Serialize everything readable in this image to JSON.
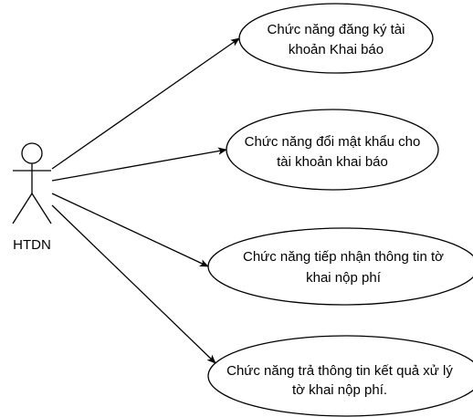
{
  "actor": {
    "label": "HTDN"
  },
  "use_cases": [
    {
      "lines": [
        "Chức năng đăng ký tài",
        "khoản Khai báo"
      ]
    },
    {
      "lines": [
        "Chức năng đổi mật khẩu cho",
        "tài khoản khai báo"
      ]
    },
    {
      "lines": [
        "Chức năng tiếp nhận thông tin tờ",
        "khai nộp phí"
      ]
    },
    {
      "lines": [
        "Chức năng trả thông tin kết quả xử lý",
        "tờ khai nộp phí."
      ]
    }
  ],
  "colors": {
    "stroke": "#000000",
    "fill": "#ffffff",
    "text": "#000000"
  }
}
